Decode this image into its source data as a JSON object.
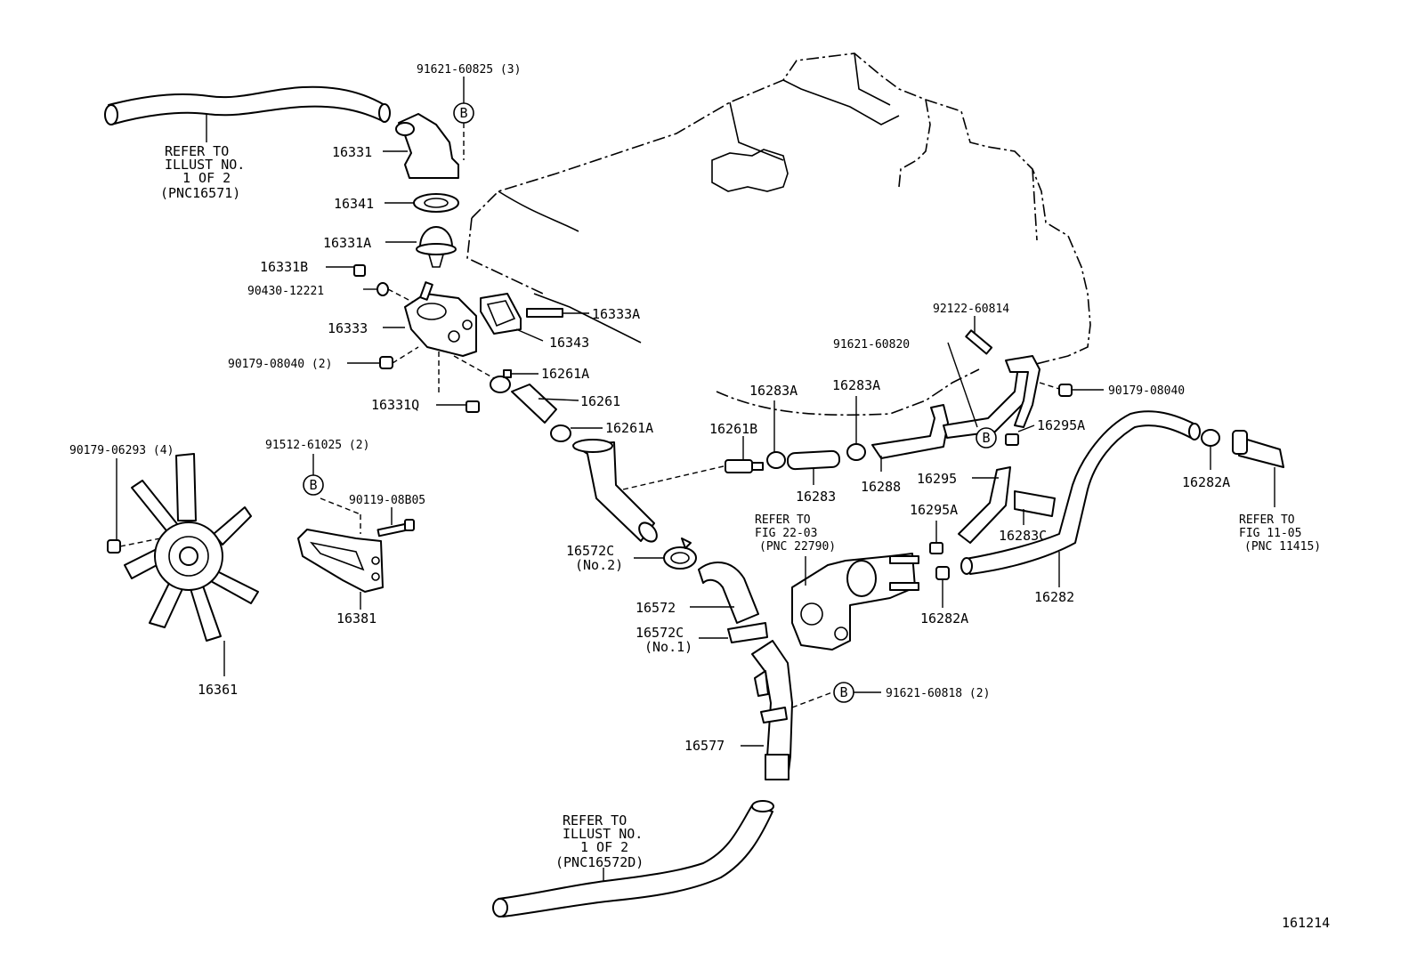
{
  "diagram_id": "161214",
  "circle_marker": "B",
  "labels": {
    "p91621_60825": "91621-60825 (3)",
    "p16331": "16331",
    "p16341": "16341",
    "p16331A": "16331A",
    "p16331B": "16331B",
    "p90430_12221": "90430-12221",
    "p16333": "16333",
    "p16333A": "16333A",
    "p16343": "16343",
    "p90179_08040_2": "90179-08040 (2)",
    "p16261A_1": "16261A",
    "p16261": "16261",
    "p16261A_2": "16261A",
    "p16331Q": "16331Q",
    "p90179_06293": "90179-06293 (4)",
    "p91512_61025": "91512-61025 (2)",
    "p90119_08B05": "90119-08B05",
    "p16381": "16381",
    "p16361": "16361",
    "p16283A_1": "16283A",
    "p16283A_2": "16283A",
    "p16261B": "16261B",
    "p16283": "16283",
    "p16288": "16288",
    "p92122_60814": "92122-60814",
    "p91621_60820": "91621-60820",
    "p90179_08040": "90179-08040",
    "p16295A_1": "16295A",
    "p16295": "16295",
    "p16295A_2": "16295A",
    "p16283C": "16283C",
    "p16282A_1": "16282A",
    "p16282A_2": "16282A",
    "p16282": "16282",
    "p16572C_a": "16572C",
    "p16572C_a_sub": "(No.2)",
    "p16572": "16572",
    "p16572C_b": "16572C",
    "p16572C_b_sub": "(No.1)",
    "p91621_60818": "91621-60818 (2)",
    "p16577": "16577"
  },
  "refer_notes": {
    "top_left": [
      "REFER TO",
      "ILLUST NO.",
      "1 OF 2",
      "(PNC16571)"
    ],
    "fig22": [
      "REFER TO",
      "FIG 22-03",
      "(PNC 22790)"
    ],
    "fig11": [
      "REFER TO",
      "FIG 11-05",
      "(PNC 11415)"
    ],
    "bottom": [
      "REFER TO",
      "ILLUST NO.",
      "1 OF 2",
      "(PNC16572D)"
    ]
  }
}
